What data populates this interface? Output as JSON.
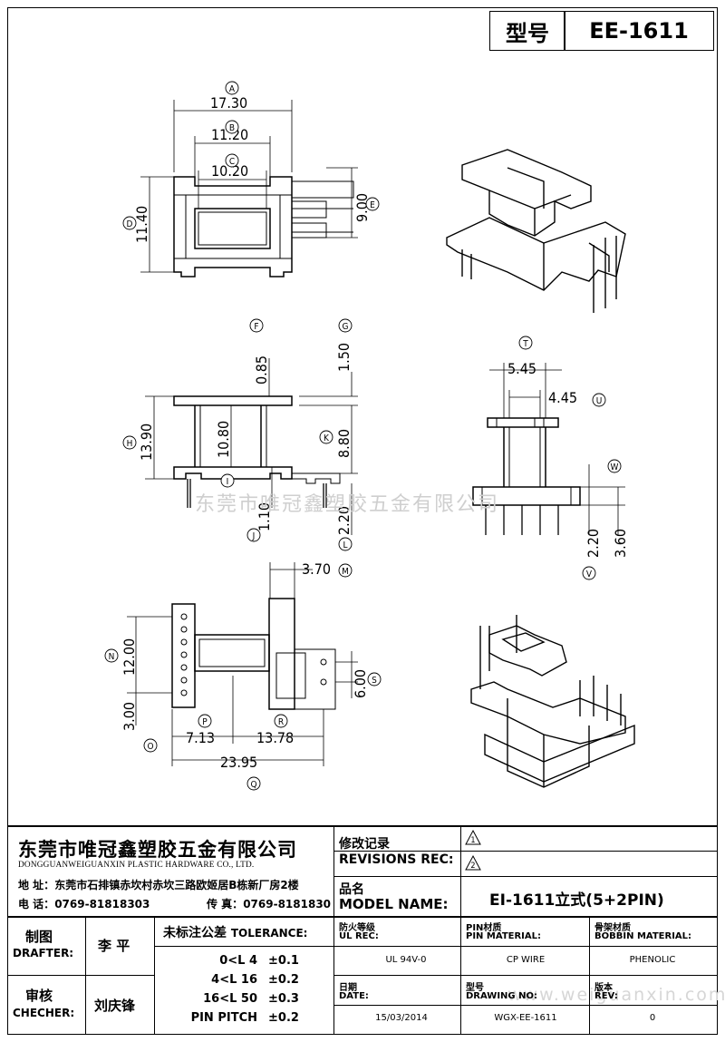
{
  "header": {
    "model_label": "型号",
    "model_value": "EE-1611"
  },
  "watermark": {
    "company": "东莞市唯冠鑫塑胶五金有限公司",
    "website": "www.weiguanxin.com"
  },
  "top_view": {
    "dims": [
      "17.30",
      "11.20",
      "10.20",
      "11.40",
      "9.00"
    ],
    "callouts": [
      "A",
      "B",
      "C",
      "D",
      "E"
    ]
  },
  "front_view": {
    "dims": [
      "0.85",
      "1.50",
      "13.90",
      "10.80",
      "8.80",
      "1.10",
      "2.20"
    ],
    "callouts": [
      "F",
      "G",
      "H",
      "I",
      "K",
      "J",
      "L"
    ]
  },
  "side_view": {
    "dims": [
      "5.45",
      "4.45",
      "2.20",
      "3.60"
    ],
    "callouts": [
      "T",
      "U",
      "W",
      "V"
    ]
  },
  "bottom_view": {
    "dims": [
      "3.70",
      "12.00",
      "3.00",
      "6.00",
      "7.13",
      "13.78",
      "23.95"
    ],
    "callouts": [
      "M",
      "N",
      "O",
      "S",
      "P",
      "R",
      "Q"
    ]
  },
  "company": {
    "name_cn": "东莞市唯冠鑫塑胶五金有限公司",
    "name_en": "DONGGUANWEIGUANXIN PLASTIC HARDWARE CO., LTD.",
    "address_label": "地  址：",
    "address": "东莞市石排镇赤坎村赤坎三路欧姬居B栋新厂房2楼",
    "phone_label": "电  话：",
    "phone": "0769-81818303",
    "fax_label": "传  真：",
    "fax": "0769-8181830"
  },
  "revisions": {
    "label_cn": "修改记录",
    "label_en": "REVISIONS REC:",
    "marks": [
      "1",
      "2"
    ]
  },
  "model_name": {
    "label_cn": "品名",
    "label_en": "MODEL NAME:",
    "value": "EI-1611立式(5+2PIN)"
  },
  "drafter": {
    "label_cn": "制图",
    "label_en": "DRAFTER:",
    "name": "李  平"
  },
  "checker": {
    "label_cn": "审核",
    "label_en": "CHECHER:",
    "name": "刘庆锋"
  },
  "tolerance": {
    "label_cn": "未标注公差",
    "label_en": "TOLERANCE:",
    "rows": [
      {
        "range": "0<L  4",
        "value": "±0.1"
      },
      {
        "range": "4<L  16",
        "value": "±0.2"
      },
      {
        "range": "16<L  50",
        "value": "±0.3"
      },
      {
        "range": "PIN PITCH",
        "value": "±0.2"
      }
    ]
  },
  "specs": {
    "ul_label_cn": "防火等级",
    "ul_label_en": "UL REC:",
    "ul_value": "UL 94V-0",
    "pin_label_cn": "PIN材质",
    "pin_label_en": "PIN MATERIAL:",
    "pin_value": "CP WIRE",
    "bobbin_label_cn": "骨架材质",
    "bobbin_label_en": "BOBBIN MATERIAL:",
    "bobbin_value": "PHENOLIC",
    "date_label_cn": "日期",
    "date_label_en": "DATE:",
    "date_value": "15/03/2014",
    "drawing_label_cn": "型号",
    "drawing_label_en": "DRAWING NO:",
    "drawing_value": "WGX-EE-1611",
    "rev_label_cn": "版本",
    "rev_label_en": "REV:",
    "rev_value": "0"
  }
}
